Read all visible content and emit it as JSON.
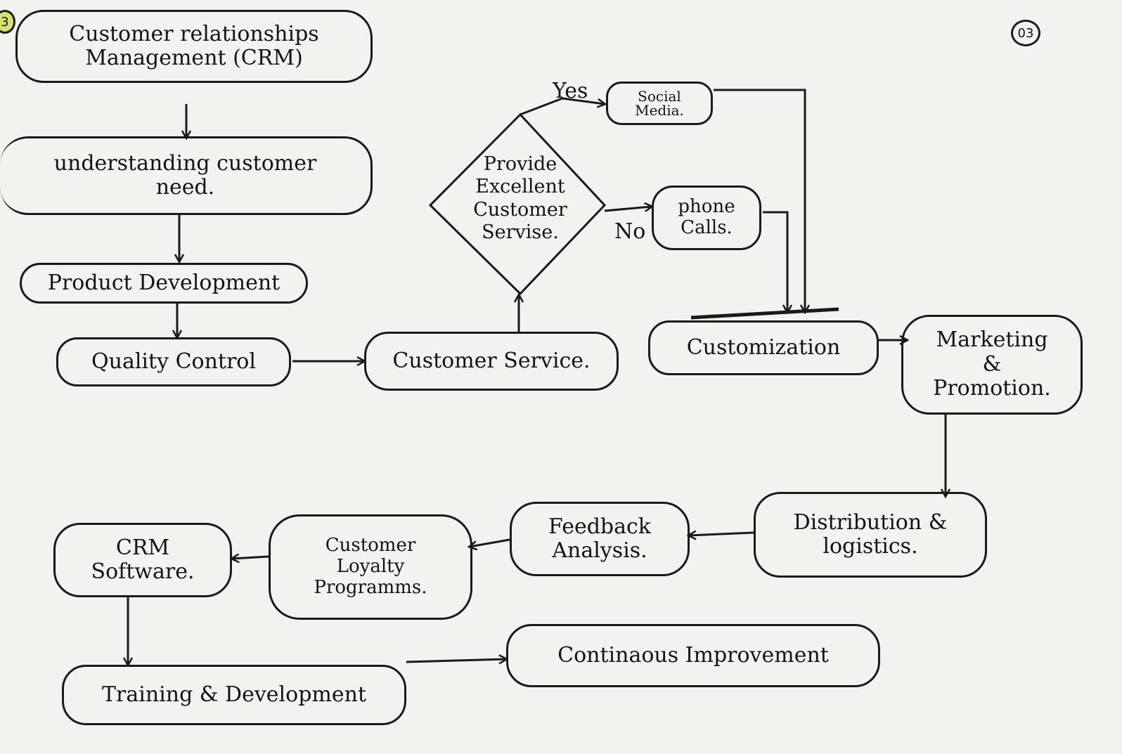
{
  "badges": {
    "step": "3",
    "page": "03"
  },
  "nodes": {
    "crm": {
      "line1": "Customer relationships",
      "line2": "Management (CRM)"
    },
    "understanding": {
      "line1": "understanding customer",
      "line2": "need."
    },
    "product_development": "Product Development",
    "quality_control": "Quality Control",
    "customer_service": "Customer Service.",
    "decision": {
      "line1": "Provide",
      "line2": "Excellent",
      "line3": "Customer",
      "line4": "Servise."
    },
    "social_media": {
      "line1": "Social",
      "line2": "Media."
    },
    "phone_calls": {
      "line1": "phone",
      "line2": "Calls."
    },
    "customization": "Customization",
    "marketing": {
      "line1": "Marketing",
      "line2": "&",
      "line3": "Promotion."
    },
    "distribution": {
      "line1": "Distribution &",
      "line2": "logistics."
    },
    "feedback": {
      "line1": "Feedback",
      "line2": "Analysis."
    },
    "loyalty": {
      "line1": "Customer",
      "line2": "Loyalty",
      "line3": "Programms."
    },
    "crm_software": {
      "line1": "CRM",
      "line2": "Software."
    },
    "training": "Training & Development",
    "continuous": "Continaous Improvement"
  },
  "edge_labels": {
    "yes": "Yes",
    "no": "No"
  },
  "colors": {
    "ink": "#1a1a1a",
    "paper": "#f3f2ee",
    "step_badge": "#d6e56a"
  }
}
